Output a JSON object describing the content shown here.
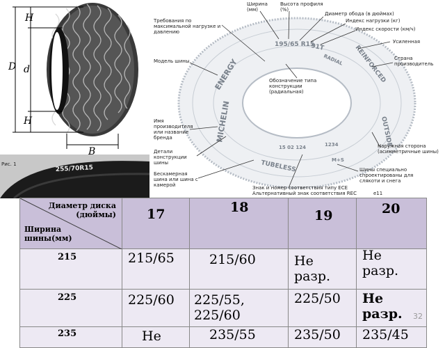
{
  "diagram_side": {
    "dimension_labels": [
      "H",
      "D",
      "d",
      "H",
      "B"
    ]
  },
  "diagram_labels": {
    "width": "Ширина (мм)",
    "profile_height": "Высота профиля (%)",
    "rim_diameter": "Диаметр обода (в дюймах)",
    "load_index": "Индекс нагрузки (кг)",
    "speed_index": "Индекс скорости (км/ч)",
    "reinforced": "Усиленная",
    "country": "Страна производитель",
    "requirements": "Требования по максимальной нагрузке и давлению",
    "model": "Модель шины",
    "construction": "Обозначение типа конструкции (радиальная)",
    "manufacturer": "Имя производителя или название бренда",
    "construction_details": "Детали конструкции шины",
    "tubeless": "Бескамерная шина или шина с камерой",
    "outer_side": "Наружная сторона (асимметричные шины)",
    "winter": "Шины специально спроектированы для слякоти и снега",
    "ece": "Знак и номер соответствия типу ECE",
    "ece2": "Альтернативный знак соответствия REC",
    "ece_code": "e11"
  },
  "tire_marks": {
    "size": "195/65 R15",
    "load": "91T",
    "energy": "ENERGY",
    "michelin": "MICHELIN",
    "radial": "RADIAL",
    "reinforced": "REINFORCED",
    "outside": "OUTSIDE",
    "tubeless": "TUBELESS",
    "ms": "M+S",
    "date": "15 02 124",
    "dot": "1234"
  },
  "photo": {
    "caption": "Рис. 1",
    "tire_text": "255/70R15"
  },
  "table": {
    "corner_top": "Диаметр диска (дюймы)",
    "corner_bottom": "Ширина шины(мм)",
    "columns": [
      "17",
      "18",
      "19",
      "20"
    ],
    "rows": [
      {
        "width": "215",
        "cells": [
          "215/65",
          "215/60",
          "Не разр.",
          "Не разр."
        ]
      },
      {
        "width": "225",
        "cells": [
          "225/60",
          "225/55, 225/60",
          "225/50",
          "Не разр."
        ]
      },
      {
        "width": "235",
        "cells": [
          "Не",
          "235/55",
          "235/50",
          "235/45"
        ]
      }
    ]
  },
  "page_number": "32"
}
